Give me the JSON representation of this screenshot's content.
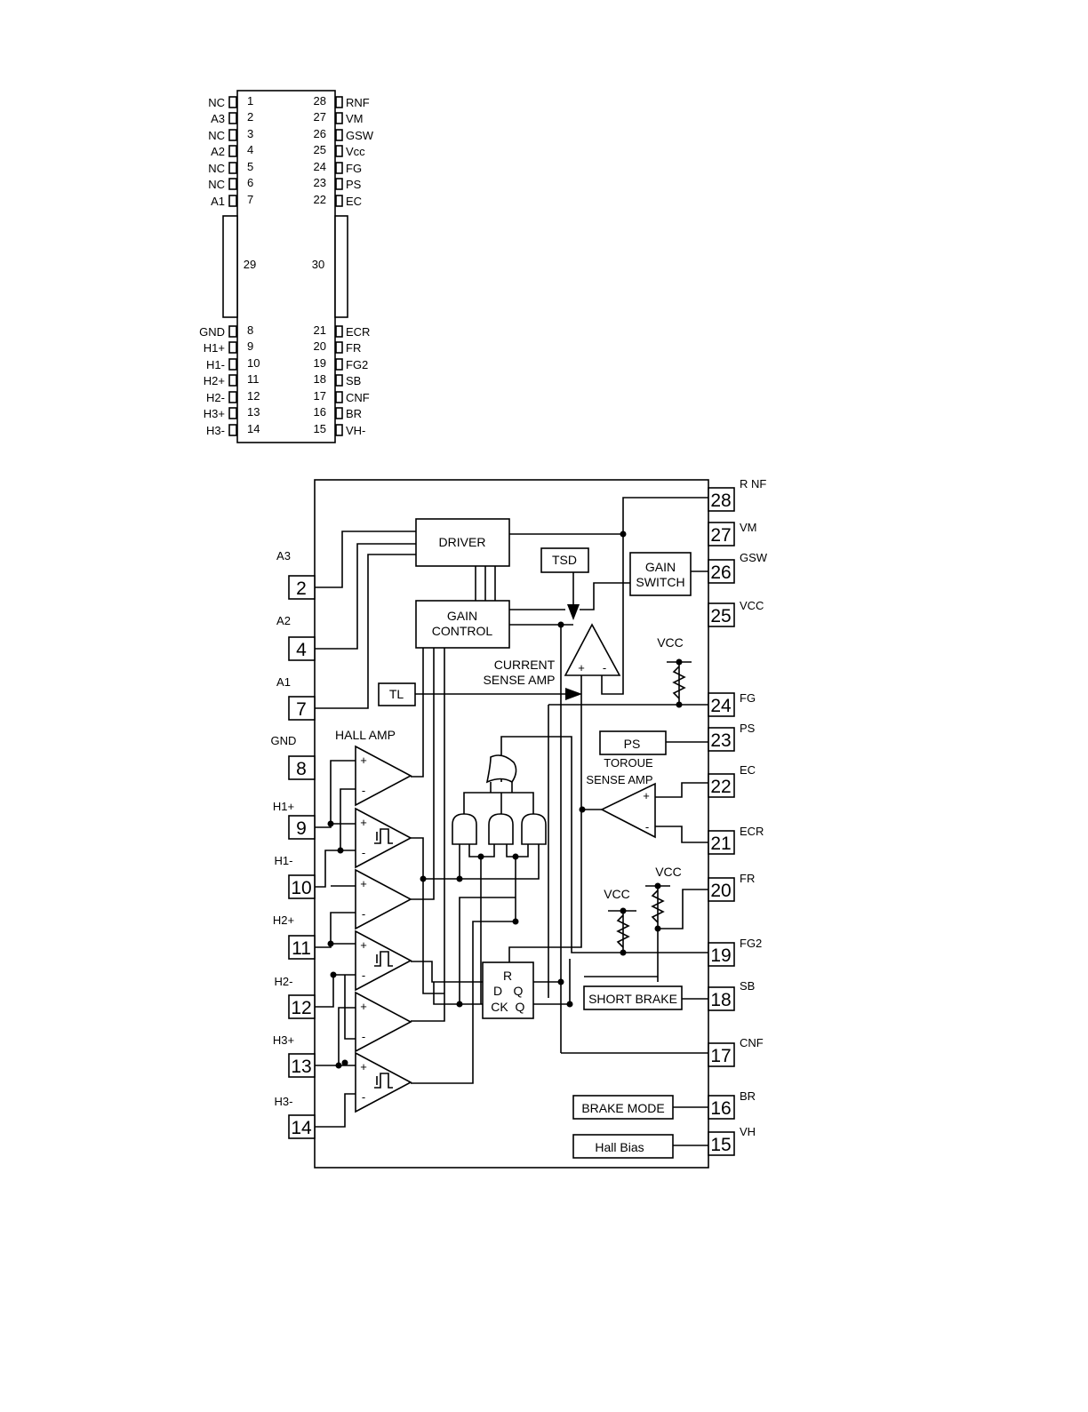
{
  "pinout": {
    "left": [
      {
        "num": "1",
        "label": "NC"
      },
      {
        "num": "2",
        "label": "A3"
      },
      {
        "num": "3",
        "label": "NC"
      },
      {
        "num": "4",
        "label": "A2"
      },
      {
        "num": "5",
        "label": "NC"
      },
      {
        "num": "6",
        "label": "NC"
      },
      {
        "num": "7",
        "label": "A1"
      },
      {
        "num": "8",
        "label": "GND"
      },
      {
        "num": "9",
        "label": "H1+"
      },
      {
        "num": "10",
        "label": "H1-"
      },
      {
        "num": "11",
        "label": "H2+"
      },
      {
        "num": "12",
        "label": "H2-"
      },
      {
        "num": "13",
        "label": "H3+"
      },
      {
        "num": "14",
        "label": "H3-"
      }
    ],
    "right": [
      {
        "num": "28",
        "label": "RNF"
      },
      {
        "num": "27",
        "label": "VM"
      },
      {
        "num": "26",
        "label": "GSW"
      },
      {
        "num": "25",
        "label": "Vcc"
      },
      {
        "num": "24",
        "label": "FG"
      },
      {
        "num": "23",
        "label": "PS"
      },
      {
        "num": "22",
        "label": "EC"
      },
      {
        "num": "21",
        "label": "ECR"
      },
      {
        "num": "20",
        "label": "FR"
      },
      {
        "num": "19",
        "label": "FG2"
      },
      {
        "num": "18",
        "label": "SB"
      },
      {
        "num": "17",
        "label": "CNF"
      },
      {
        "num": "16",
        "label": "BR"
      },
      {
        "num": "15",
        "label": "VH-"
      }
    ],
    "tab_left": "29",
    "tab_right": "30"
  },
  "block": {
    "left_pins": [
      {
        "num": "2",
        "label": "A3"
      },
      {
        "num": "4",
        "label": "A2"
      },
      {
        "num": "7",
        "label": "A1"
      },
      {
        "num": "8",
        "label": "GND"
      },
      {
        "num": "9",
        "label": "H1+"
      },
      {
        "num": "10",
        "label": "H1-"
      },
      {
        "num": "11",
        "label": "H2+"
      },
      {
        "num": "12",
        "label": "H2-"
      },
      {
        "num": "13",
        "label": "H3+"
      },
      {
        "num": "14",
        "label": "H3-"
      }
    ],
    "right_pins": [
      {
        "num": "28",
        "label": "R",
        "sub": "NF"
      },
      {
        "num": "27",
        "label": "VM"
      },
      {
        "num": "26",
        "label": "GSW"
      },
      {
        "num": "25",
        "label": "VCC"
      },
      {
        "num": "24",
        "label": "FG"
      },
      {
        "num": "23",
        "label": "PS"
      },
      {
        "num": "22",
        "label": "EC"
      },
      {
        "num": "21",
        "label": "ECR"
      },
      {
        "num": "20",
        "label": "FR"
      },
      {
        "num": "19",
        "label": "FG2"
      },
      {
        "num": "18",
        "label": "SB"
      },
      {
        "num": "17",
        "label": "CNF"
      },
      {
        "num": "16",
        "label": "BR"
      },
      {
        "num": "15",
        "label": "VH"
      }
    ],
    "driver": "DRIVER",
    "tsd": "TSD",
    "gain_switch": [
      "GAIN",
      "SWITCH"
    ],
    "gain_control": [
      "GAIN",
      "CONTROL"
    ],
    "current_sense": [
      "CURRENT",
      "SENSE AMP"
    ],
    "tl": "TL",
    "hall_amp": "HALL AMP",
    "ps": "PS",
    "torque_sense": [
      "TOROUE",
      "SENSE AMP"
    ],
    "vcc": "VCC",
    "short_brake": "SHORT BRAKE",
    "brake_mode": "BRAKE MODE",
    "hall_bias": "Hall Bias",
    "ff": {
      "r": "R",
      "d": "D",
      "q": "Q",
      "ck": "CK",
      "qb": "Q"
    },
    "plus": "+",
    "minus": "-"
  }
}
